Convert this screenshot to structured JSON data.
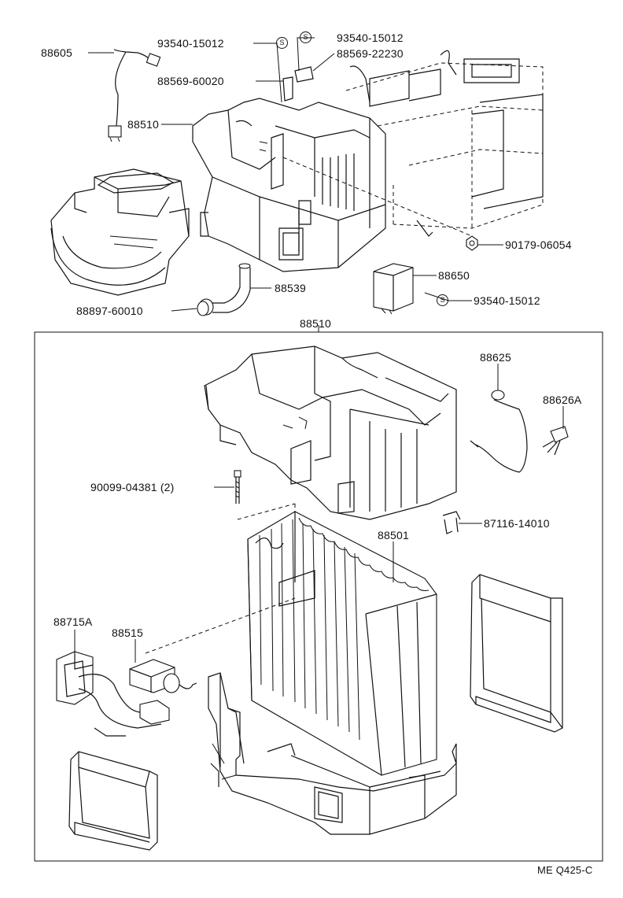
{
  "diagram": {
    "drawing_code": "ME Q425-C",
    "top_labels": {
      "harness": "88605",
      "screw_a": "93540-15012",
      "screw_b": "93540-15012",
      "bracket_a": "88569-22230",
      "bracket_b": "88569-60020",
      "evap_unit": "88510",
      "nut": "90179-06054",
      "amplifier": "88650",
      "screw_c": "93540-15012",
      "drain_hose": "88539",
      "grommet": "88897-60010"
    },
    "screw_mark": "S",
    "box_title": "88510",
    "box_labels": {
      "thermistor": "88625",
      "connector": "88626A",
      "bolt": "90099-04381 (2)",
      "clip": "87116-14010",
      "evaporator": "88501",
      "expansion_valve": "88715A",
      "valve_block": "88515"
    }
  }
}
